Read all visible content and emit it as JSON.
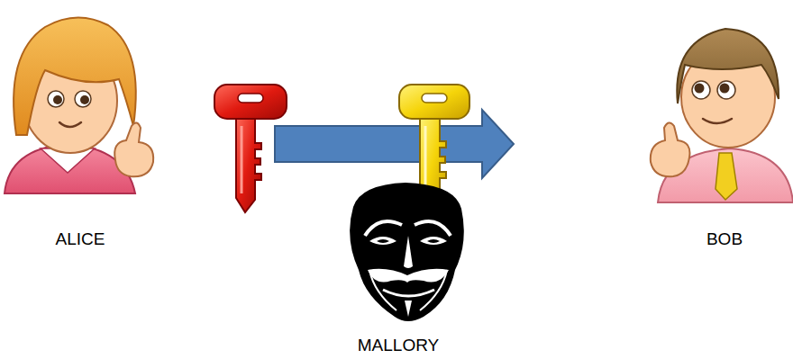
{
  "diagram": {
    "labels": [
      "ALICE",
      "BOB",
      "MALLORY"
    ]
  }
}
